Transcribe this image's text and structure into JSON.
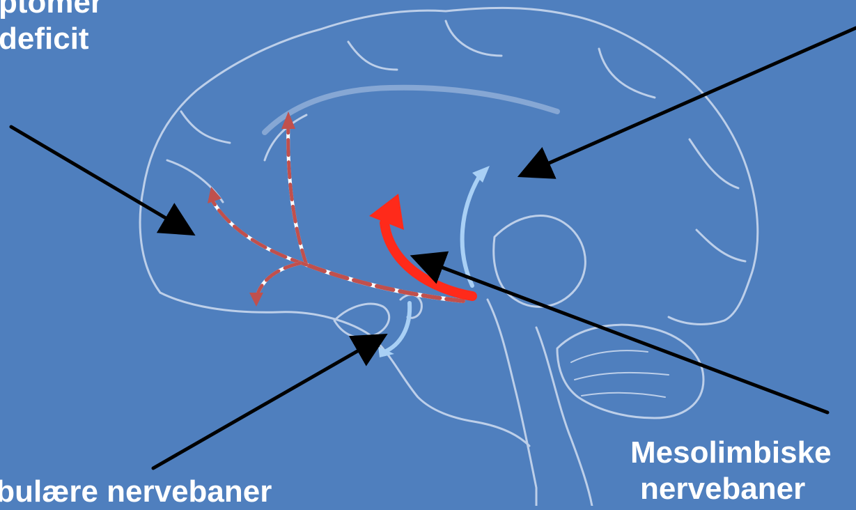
{
  "labels": {
    "top_left_line1": "ptomer",
    "top_left_line2": "deficit",
    "bottom_right_line1": "Mesolimbiske",
    "bottom_right_line2": "nervebaner",
    "bottom_left_line1": "ibulære nervebaner"
  },
  "colors": {
    "background": "#4f7fbe",
    "brain_outline": "#c9d8ee",
    "dashed_pathway": "#c0504d",
    "mesolimbic_pathway": "#ff2a1a",
    "light_blue_pathway": "#a9d0f5",
    "pointer_arrow": "#000000",
    "label_text": "#ffffff"
  }
}
